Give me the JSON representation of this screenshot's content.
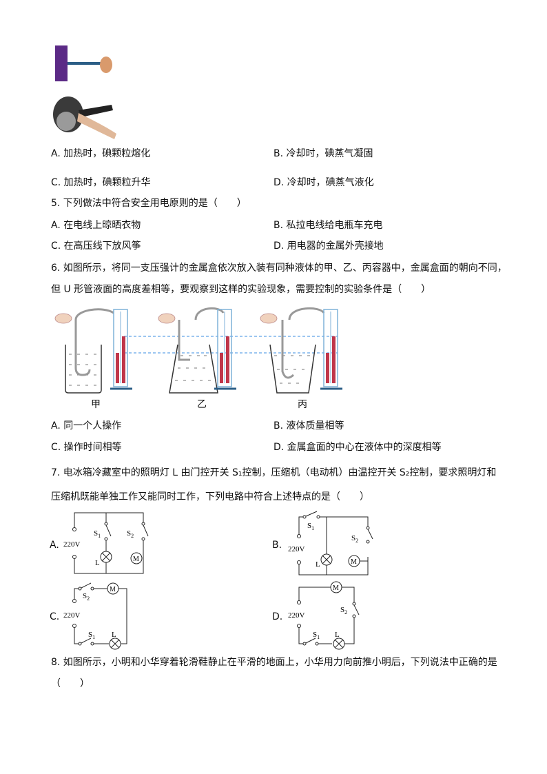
{
  "q4": {
    "options": {
      "a": "A. 加热时，碘颗粒熔化",
      "b": "B. 冷却时，碘蒸气凝固",
      "c": "C. 加热时，碘颗粒升华",
      "d": "D. 冷却时，碘蒸气液化"
    }
  },
  "q5": {
    "stem": "5. 下列做法中符合安全用电原则的是（　　）",
    "options": {
      "a": "A. 在电线上晾晒衣物",
      "b": "B. 私拉电线给电瓶车充电",
      "c": "C. 在高压线下放风筝",
      "d": "D. 用电器的金属外壳接地"
    }
  },
  "q6": {
    "stem_line1": "6. 如图所示，将同一支压强计的金属盒依次放入装有同种液体的甲、乙、丙容器中，金属盒面的朝向不同，",
    "stem_line2": "但 U 形管液面的高度差相等，要观察到这样的实验现象，需要控制的实验条件是（　　）",
    "labels": {
      "jia": "甲",
      "yi": "乙",
      "bing": "丙"
    },
    "options": {
      "a": "A. 同一个人操作",
      "b": "B. 液体质量相等",
      "c": "C. 操作时间相等",
      "d": "D. 金属盒面的中心在液体中的深度相等"
    }
  },
  "q7": {
    "stem_line1": "7. 电冰箱冷藏室中的照明灯 L 由门控开关 S₁控制，压缩机（电动机）由温控开关 S₂控制，要求照明灯和",
    "stem_line2": "压缩机既能单独工作又能同时工作，下列电路中符合上述特点的是（　　）",
    "option_letters": {
      "a": "A.",
      "b": "B.",
      "c": "C.",
      "d": "D."
    },
    "circuit": {
      "voltage": "220V",
      "s1": "S",
      "s1_sub": "1",
      "s2": "S",
      "s2_sub": "2",
      "lamp": "L",
      "motor": "M"
    }
  },
  "q8": {
    "stem_line1": "8. 如图所示，小明和小华穿着轮滑鞋静止在平滑的地面上，小华用力向前推小明后，下列说法中正确的是",
    "stem_line2": "（　　）"
  },
  "colors": {
    "accent_purple": "#5b2a86",
    "liquid_red": "#c0364a",
    "guide_blue": "#3a8ee0",
    "tube_blue": "#7fb2d8"
  }
}
